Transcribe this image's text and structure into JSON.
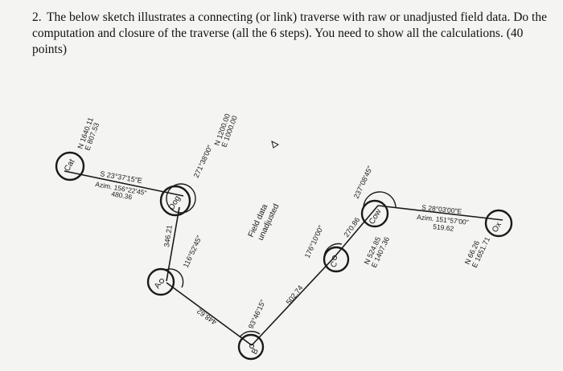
{
  "question": {
    "number": "2.",
    "text": "The below sketch illustrates a connecting (or link) traverse with raw or unadjusted field data. Do the computation and closure of the traverse (all the 6 steps). You need to show all the calculations. (40 points)"
  },
  "sketch": {
    "stations": {
      "cat": "Cat",
      "dog": "Dog",
      "a": "A",
      "b": "B",
      "c": "C",
      "cow": "Cow",
      "ox": "Ox"
    },
    "coords": {
      "cat_n": "N 1640.11",
      "cat_e": "E 807.53",
      "dog_n": "N 1200.00",
      "dog_e": "E 1000.00",
      "cow_n": "N 524.85",
      "cow_e": "E 1407.36",
      "ox_n": "N 66.26",
      "ox_e": "E 1651.71"
    },
    "cat_dog": {
      "bearing": "S 23°37′15″E",
      "azimuth": "Azim. 156°22′45″",
      "distance": "480.36"
    },
    "cow_ox": {
      "bearing": "S 28°03′00″E",
      "azimuth": "Azim. 151°57′00″",
      "distance": "519.62"
    },
    "angles": {
      "dog": "271°38′00″",
      "a": "116°52′45″",
      "b": "93°46′15″",
      "c": "176°10′00″",
      "cow": "237°08′45″"
    },
    "distances": {
      "dog_a": "346.21",
      "a_b": "448.62",
      "b_c": "502.74",
      "c_cow": "270.86"
    },
    "note": [
      "Field data",
      "unadjusted"
    ]
  },
  "colors": {
    "ink": "#1a1a1a",
    "background": "#f4f4f2"
  }
}
